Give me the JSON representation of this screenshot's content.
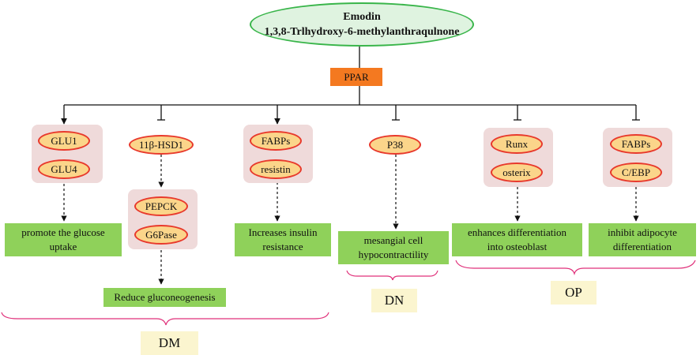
{
  "root": {
    "line1": "Emodin",
    "line2": "1,3,8-Trlhydroxy-6-methylanthraqulnone"
  },
  "hub": "PPAR",
  "nodes": {
    "glu1": "GLU1",
    "glu4": "GLU4",
    "hsd": "11β-HSD1",
    "pepck": "PEPCK",
    "g6pase": "G6Pase",
    "fabps_1": "FABPs",
    "resistin": "resistin",
    "p38": "P38",
    "runx": "Runx",
    "osterix": "osterix",
    "fabps_2": "FABPs",
    "cebp": "C/EBP"
  },
  "outcomes": {
    "glucose_line1": "promote the glucose",
    "glucose_line2": "uptake",
    "gluco": "Reduce gluconeogenesis",
    "insulin_line1": "Increases insulin",
    "insulin_line2": "resistance",
    "mesangial_line1": "mesangial cell",
    "mesangial_line2": "hypocontractility",
    "osteo_line1": "enhances differentiation",
    "osteo_line2": "into osteoblast",
    "adipo_line1": "inhibit adipocyte",
    "adipo_line2": "differentiation"
  },
  "categories": {
    "dm": "DM",
    "dn": "DN",
    "op": "OP"
  },
  "colors": {
    "root_fill": "#dff3e0",
    "root_border": "#39b54a",
    "hub": "#f47920",
    "node_fill": "#fbd58a",
    "node_border": "#e8392c",
    "group_bg": "#efdada",
    "outcome": "#8fd15a",
    "brace": "#e0307a",
    "category": "#fbf5cf"
  }
}
